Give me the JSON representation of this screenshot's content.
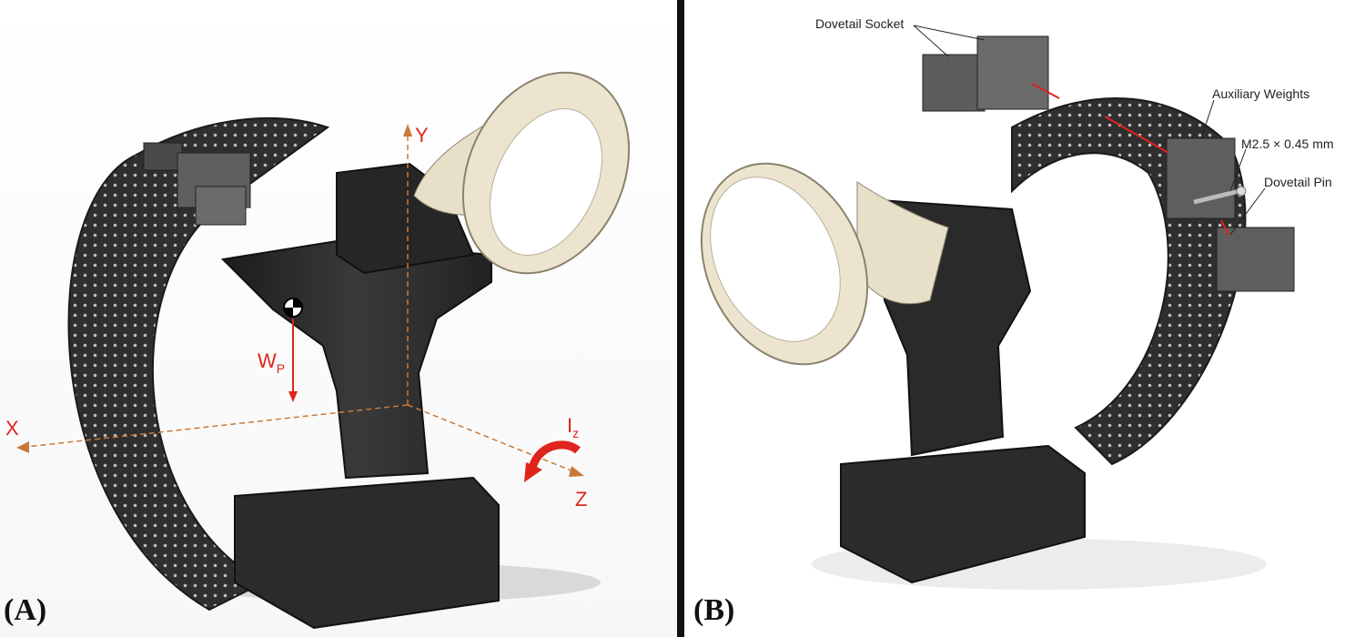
{
  "panel_a": {
    "label": "(A)",
    "axes": {
      "y": "Y",
      "x": "X",
      "z": "Z"
    },
    "weight_label": {
      "main": "W",
      "sub": "P"
    },
    "inertia_label": {
      "main": "I",
      "sub": "z"
    }
  },
  "panel_b": {
    "label": "(B)",
    "callouts": {
      "dovetail_socket": "Dovetail Socket",
      "auxiliary_weights": "Auxiliary Weights",
      "screw_spec": "M2.5 × 0.45 mm",
      "dovetail_pin": "Dovetail Pin"
    }
  },
  "colors": {
    "body": "#2a2a2a",
    "ring": "#ece4cf",
    "annotation": "#e0241b",
    "axis_line": "#c8793a",
    "block": "#5a5a5a"
  }
}
